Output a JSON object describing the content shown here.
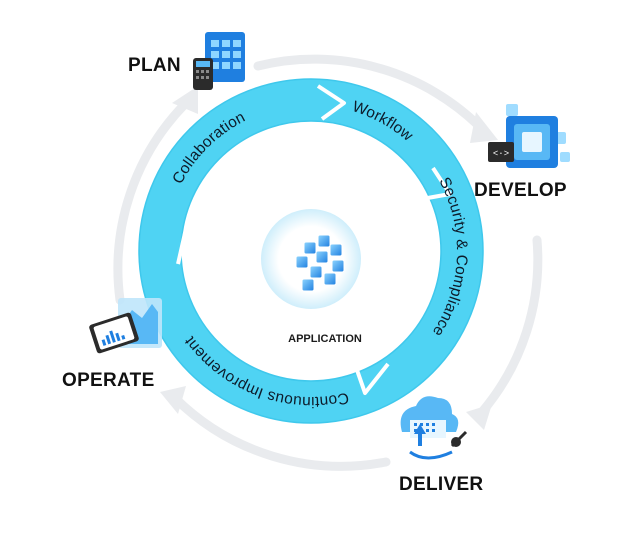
{
  "phases": {
    "plan": "PLAN",
    "develop": "DEVELOP",
    "deliver": "DELIVER",
    "operate": "OPERATE"
  },
  "ring": {
    "collaboration": "Collaboration",
    "workflow": "Workflow",
    "security": "Security & Compliance",
    "improvement": "Continuous Improvement"
  },
  "center": {
    "label": "APPLICATION"
  },
  "colors": {
    "ring": "#4fd3f3",
    "ring_dark": "#27b6dc",
    "outer_arrow": "#e9ebee",
    "icon_blue": "#1f7fe0",
    "icon_light": "#58b8f5",
    "text": "#111111"
  }
}
